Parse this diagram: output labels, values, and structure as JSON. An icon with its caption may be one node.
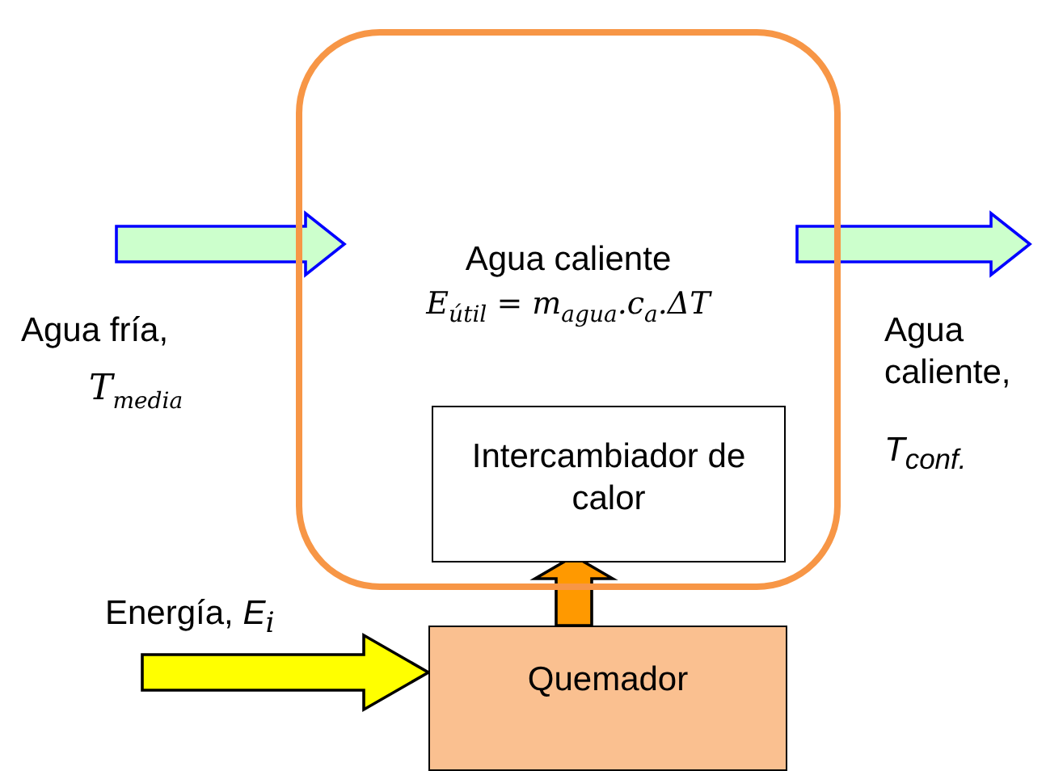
{
  "diagram": {
    "nodes": [
      {
        "text": [
          "Agua caliente",
          "E$_{útil}$ = m$_{agua}$.c$_{a}$.ΔT"
        ]
      },
      {
        "text": [
          "Intercambiador de calor"
        ],
        "in": 0
      },
      {
        "text": [
          "Quemador"
        ]
      }
    ],
    "edges": [
      {
        "from": null,
        "to": 0,
        "arrow": "to",
        "color": "#ccffcc"
      },
      {
        "from": 0,
        "to": null,
        "arrow": "to",
        "color": "#ccffcc"
      },
      {
        "from": null,
        "to": 2,
        "arrow": "to",
        "color": "#ffff00"
      },
      {
        "from": 2,
        "to": 1,
        "arrow": "to",
        "color": "#ff9900"
      }
    ],
    "labels": [
      "Agua fría,",
      "T$_{media}$",
      "Agua caliente,",
      "T$_{conf.}$",
      "Energía, *E*$_{i}$"
    ]
  }
}
